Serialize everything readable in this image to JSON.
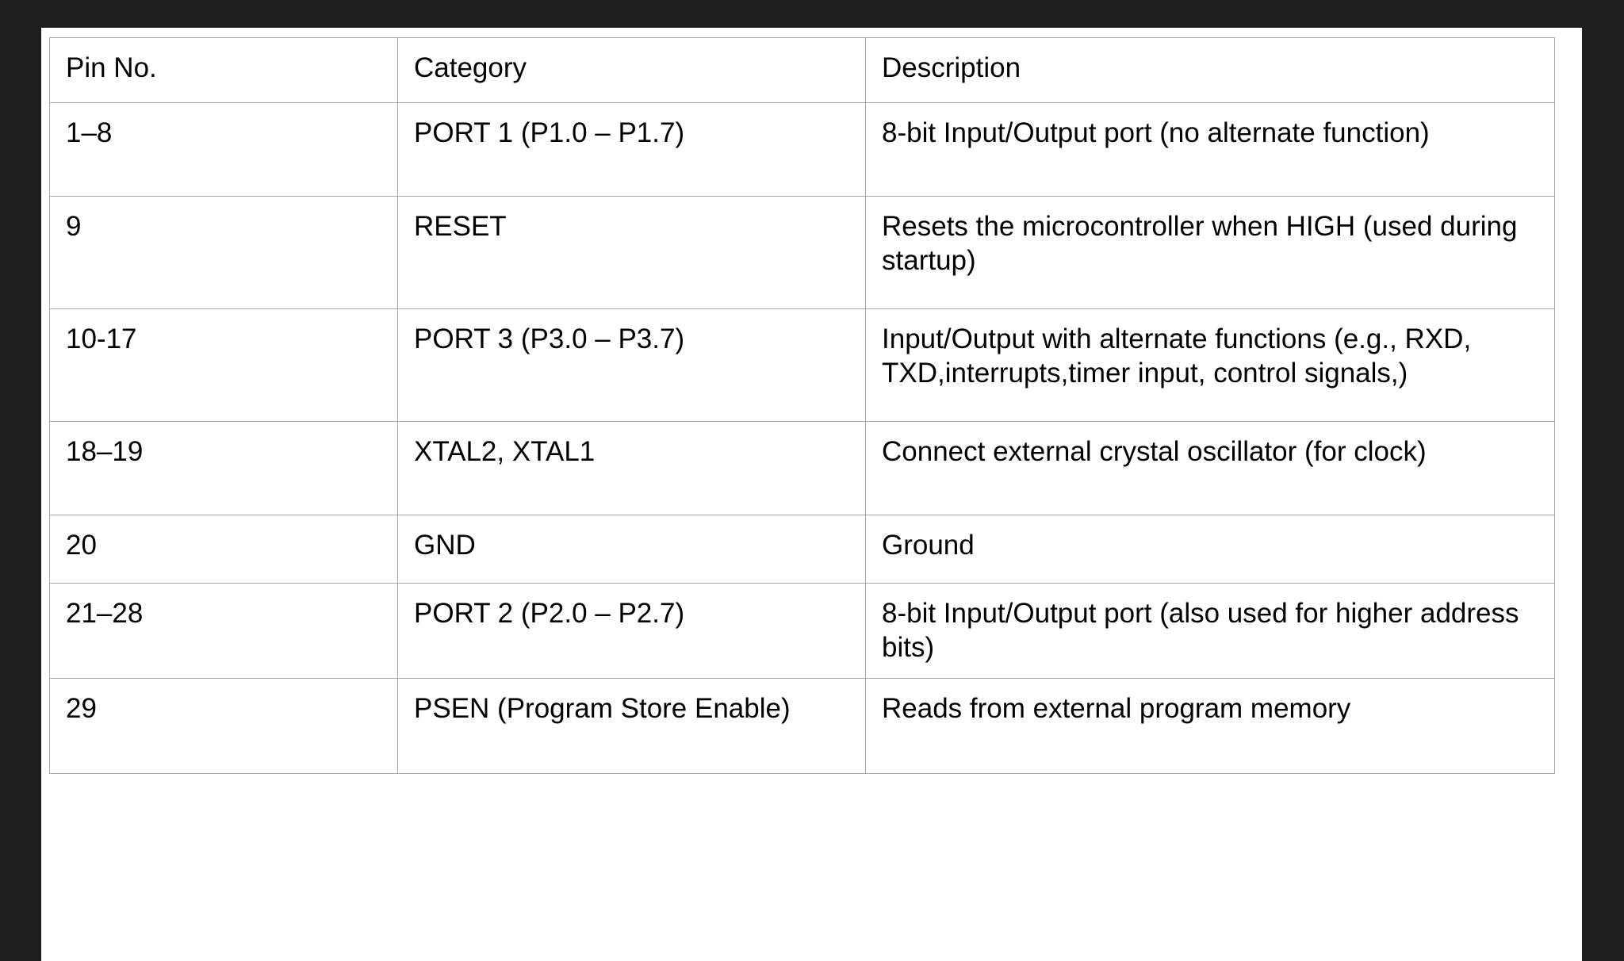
{
  "document": {
    "background_color": "#1e1e1e",
    "page_color": "#ffffff",
    "border_color": "#a8a8a8",
    "text_color": "#000000"
  },
  "table": {
    "name": "pin-description-table",
    "columns": [
      "Pin No.",
      "Category",
      "Description"
    ],
    "rows": [
      {
        "pin": "1–8",
        "category": "PORT 1 (P1.0 – P1.7)",
        "description": "8-bit Input/Output port (no alternate function)"
      },
      {
        "pin": "9",
        "category": "RESET",
        "description": "Resets the microcontroller when HIGH (used during startup)"
      },
      {
        "pin": "10-17",
        "category": "PORT 3 (P3.0 – P3.7)",
        "description": "Input/Output with alternate functions (e.g., RXD, TXD,interrupts,timer input, control signals,)"
      },
      {
        "pin": "18–19",
        "category": "XTAL2, XTAL1",
        "description": "Connect external crystal oscillator (for clock)"
      },
      {
        "pin": "20",
        "category": "GND",
        "description": "Ground"
      },
      {
        "pin": "21–28",
        "category": "PORT 2 (P2.0 – P2.7)",
        "description": "8-bit Input/Output port (also used for higher address bits)"
      },
      {
        "pin": "29",
        "category": "PSEN (Program Store Enable)",
        "description": "Reads from external program memory"
      }
    ]
  }
}
